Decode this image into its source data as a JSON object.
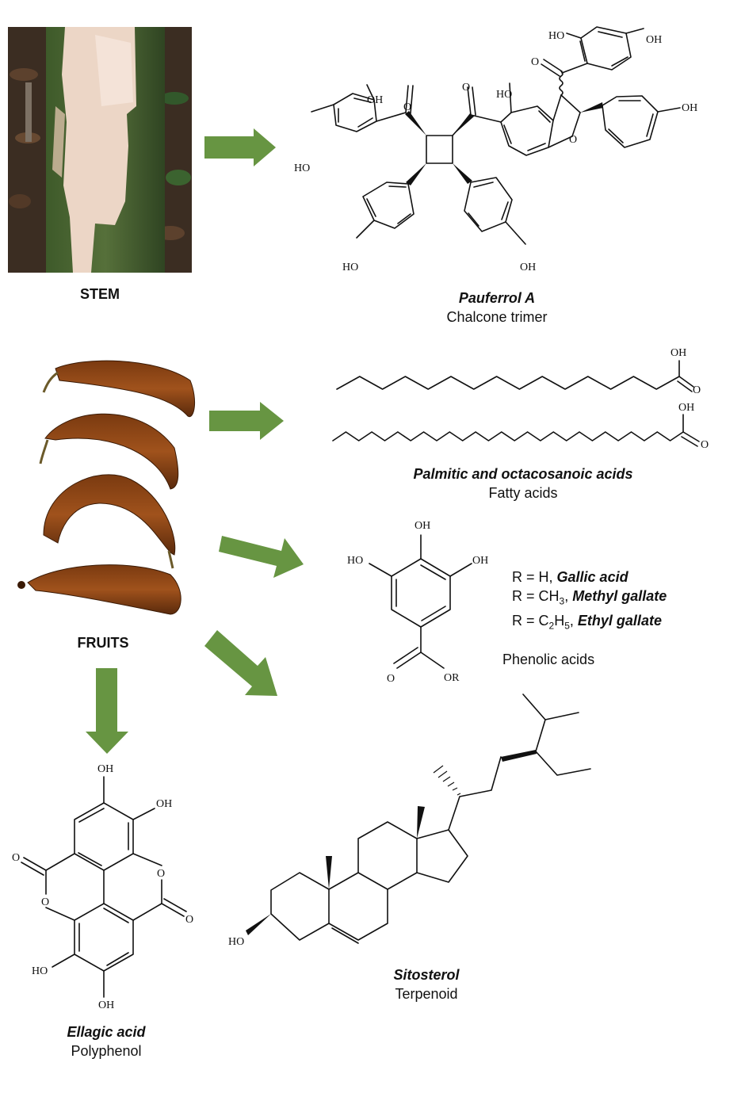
{
  "colors": {
    "arrow": "#679542",
    "text": "#111111",
    "background": "#ffffff"
  },
  "sources": {
    "stem": {
      "label": "STEM",
      "image": "stem-bark-photo"
    },
    "fruits": {
      "label": "FRUITS",
      "image": "fruit-pods-photo",
      "pod_count": 4
    }
  },
  "compounds": {
    "pauferrol": {
      "name": "Pauferrol A",
      "class": "Chalcone trimer",
      "atoms": {
        "oh": "OH",
        "ho": "HO",
        "o": "O"
      }
    },
    "fatty": {
      "name": "Palmitic and octacosanoic acids",
      "class": "Fatty acids",
      "atoms": {
        "oh": "OH",
        "o": "O"
      }
    },
    "phenolic": {
      "class": "Phenolic acids",
      "atoms": {
        "oh": "OH",
        "ho": "HO",
        "o": "O",
        "or": "OR"
      },
      "variants": [
        {
          "r_prefix": "R = H,",
          "name": "Gallic acid"
        },
        {
          "r_prefix": "R = CH",
          "sub1": "3",
          "r_suffix": ",",
          "name": "Methyl gallate"
        },
        {
          "r_prefix": "R = C",
          "sub1": "2",
          "mid": "H",
          "sub2": "5",
          "r_suffix": ",",
          "name": "Ethyl gallate"
        }
      ]
    },
    "ellagic": {
      "name": "Ellagic acid",
      "class": "Polyphenol",
      "atoms": {
        "oh": "OH",
        "ho": "HO",
        "o": "O"
      }
    },
    "sitosterol": {
      "name": "Sitosterol",
      "class": "Terpenoid",
      "atoms": {
        "ho": "HO"
      }
    }
  },
  "arrows": [
    {
      "from": "stem",
      "to": "pauferrol",
      "direction": "right"
    },
    {
      "from": "fruits",
      "to": "fatty",
      "direction": "right"
    },
    {
      "from": "fruits",
      "to": "phenolic",
      "direction": "down-right-shallow"
    },
    {
      "from": "fruits",
      "to": "sitosterol",
      "direction": "down-right"
    },
    {
      "from": "fruits",
      "to": "ellagic",
      "direction": "down"
    }
  ]
}
